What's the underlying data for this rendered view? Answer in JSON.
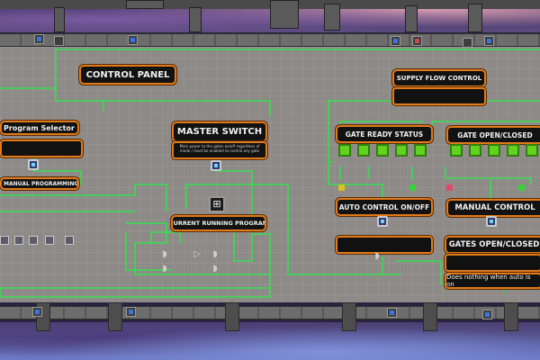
{
  "scene": {
    "labels": {
      "control_panel": "CONTROL PANEL",
      "supply_flow_control": "SUPPLY FLOW CONTROL",
      "program_selector": "Program Selector",
      "master_switch": "MASTER SWITCH",
      "gate_ready_status": "GATE READY STATUS",
      "gate_open_closed": "GATE OPEN/CLOSED",
      "manual_programming": "MANUAL PROGRAMMING ON/OFF",
      "current_running_program": "CURRENT RUNNING PROGRAM",
      "auto_control": "AUTO CONTROL ON/OFF",
      "manual_control": "MANUAL CONTROL",
      "gates_open_closed": "GATES OPEN/CLOSED",
      "does_nothing": "Does nothing when auto is on",
      "master_switch_desc": "Main power to the gates on/off regardless of mode / must be enabled to control any gate"
    },
    "colors": {
      "wire": "#35e050",
      "label_border": "#e07a1a",
      "label_bg": "#121212",
      "ready_block": "#62d21e"
    },
    "icons": {
      "switch": "power-switch-icon",
      "gate": "logic-gate-icon",
      "sensor": "sensor-icon"
    }
  }
}
